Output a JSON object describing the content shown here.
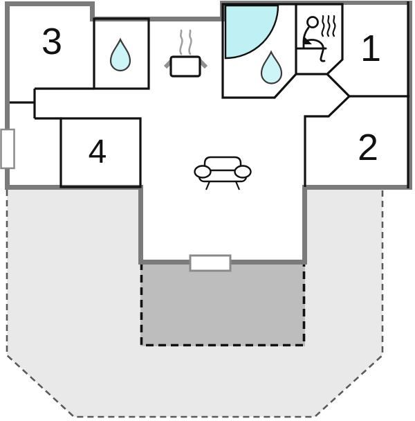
{
  "plan": {
    "title": "floor-plan",
    "rooms": [
      {
        "id": "room-1",
        "label": "1"
      },
      {
        "id": "room-2",
        "label": "2"
      },
      {
        "id": "room-3",
        "label": "3"
      },
      {
        "id": "room-4",
        "label": "4"
      }
    ],
    "icons": [
      "shower-icon",
      "water-drop-icon",
      "sauna-icon",
      "cooking-pot-icon",
      "steam-icon",
      "sofa-icon",
      "window-icon",
      "door-icon"
    ],
    "colors": {
      "wall_gray": "#7b7b7b",
      "wall_black": "#111111",
      "water_fill": "#cdf4f6",
      "shower_fill": "#bff0f4",
      "terrace_light": "#e9e9e9",
      "terrace_dark": "#bdbdbd",
      "dash_gray": "#5a5a5a",
      "fixture_gray": "#8f8f8f",
      "bg": "#ffffff"
    }
  }
}
